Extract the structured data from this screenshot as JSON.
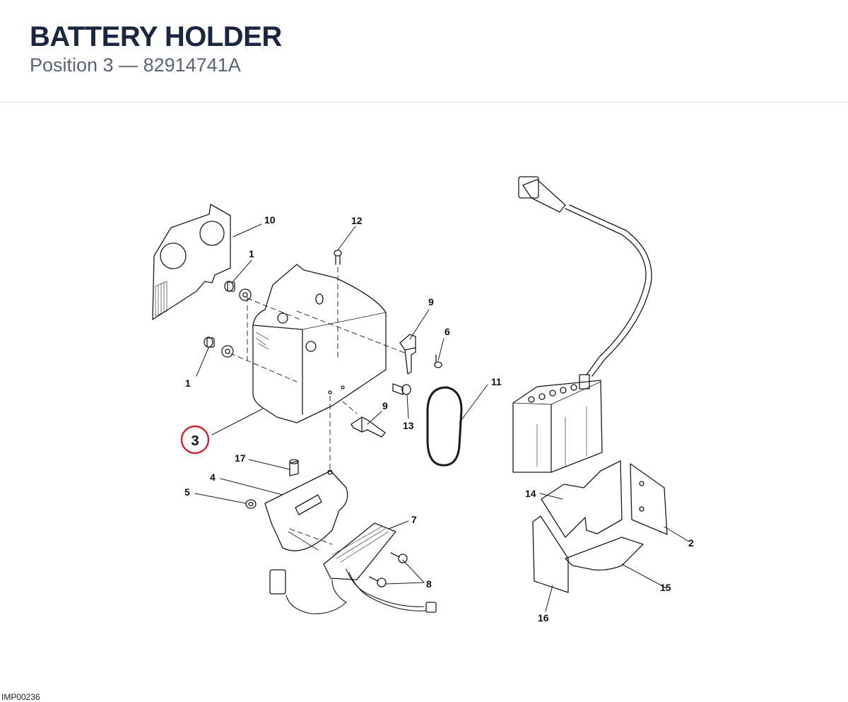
{
  "header": {
    "title": "BATTERY HOLDER",
    "subtitle": "Position 3 — 82914741A"
  },
  "diagram": {
    "image_code": "IMP00236",
    "highlighted_callout": "3",
    "highlight_color": "#d0202f",
    "callouts": {
      "c10": "10",
      "c12": "12",
      "c1a": "1",
      "c1b": "1",
      "c9a": "9",
      "c6": "6",
      "c11": "11",
      "c9b": "9",
      "c13": "13",
      "c3": "3",
      "c17": "17",
      "c4": "4",
      "c5": "5",
      "c7": "7",
      "c8": "8",
      "c14": "14",
      "c2": "2",
      "c15": "15",
      "c16": "16"
    }
  },
  "colors": {
    "title": "#1b2640",
    "subtitle": "#5b6475",
    "line_art": "#1a1a1a"
  }
}
